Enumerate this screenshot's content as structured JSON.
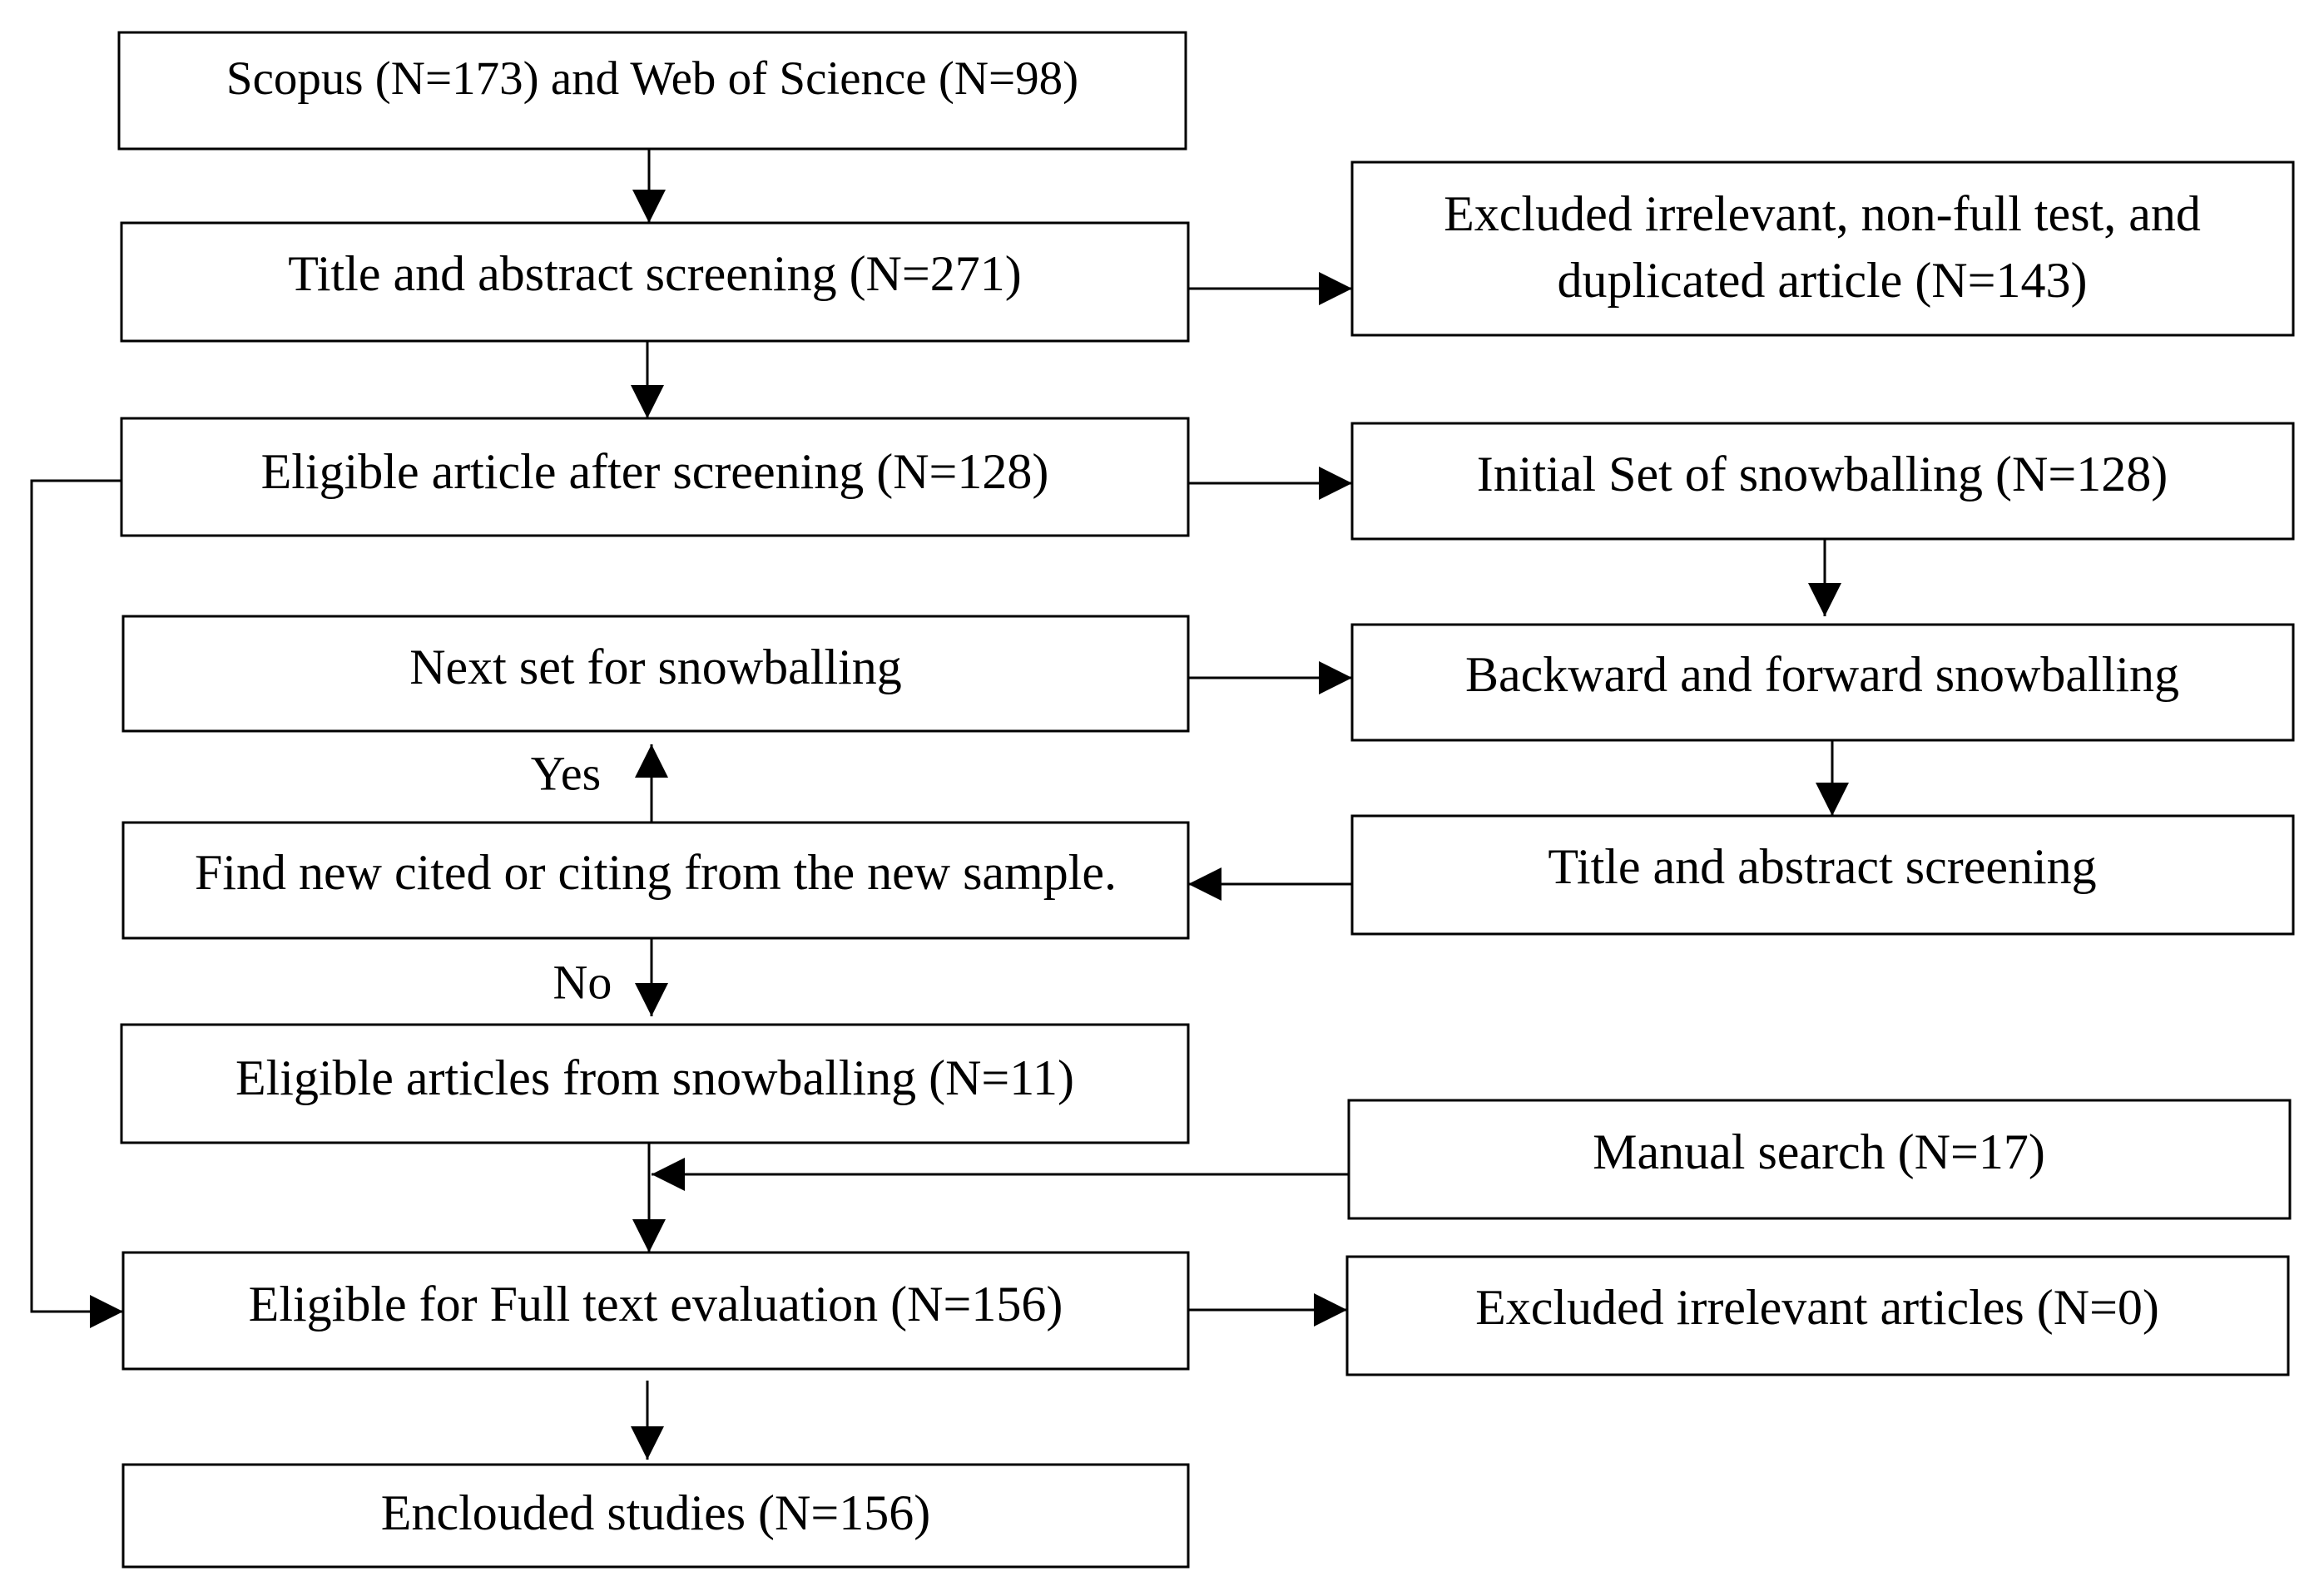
{
  "nodes": {
    "sources": "Scopus (N=173) and Web of Science (N=98)",
    "title_abstract_screening": "Title and abstract screening (N=271)",
    "excluded_irrelevant": {
      "line1": "Excluded irrelevant, non-full test, and",
      "line2": "duplicated article (N=143)"
    },
    "eligible_after_screening": "Eligible article after screening (N=128)",
    "initial_set": "Initial Set of snowballing (N=128)",
    "next_set": "Next set for snowballing",
    "backward_forward": "Backward and forward snowballing",
    "find_new": "Find new cited or citing from the new sample.",
    "snowball_screening": "Title and abstract screening",
    "eligible_snowballing": "Eligible articles from snowballing (N=11)",
    "manual_search": "Manual search (N=17)",
    "full_text_eval": "Eligible for Full text evaluation (N=156)",
    "excluded_zero": "Excluded irrelevant articles (N=0)",
    "included_studies": "Enclouded studies (N=156)"
  },
  "edge_labels": {
    "yes": "Yes",
    "no": "No"
  },
  "colors": {
    "stroke": "#000000",
    "background": "#ffffff"
  }
}
